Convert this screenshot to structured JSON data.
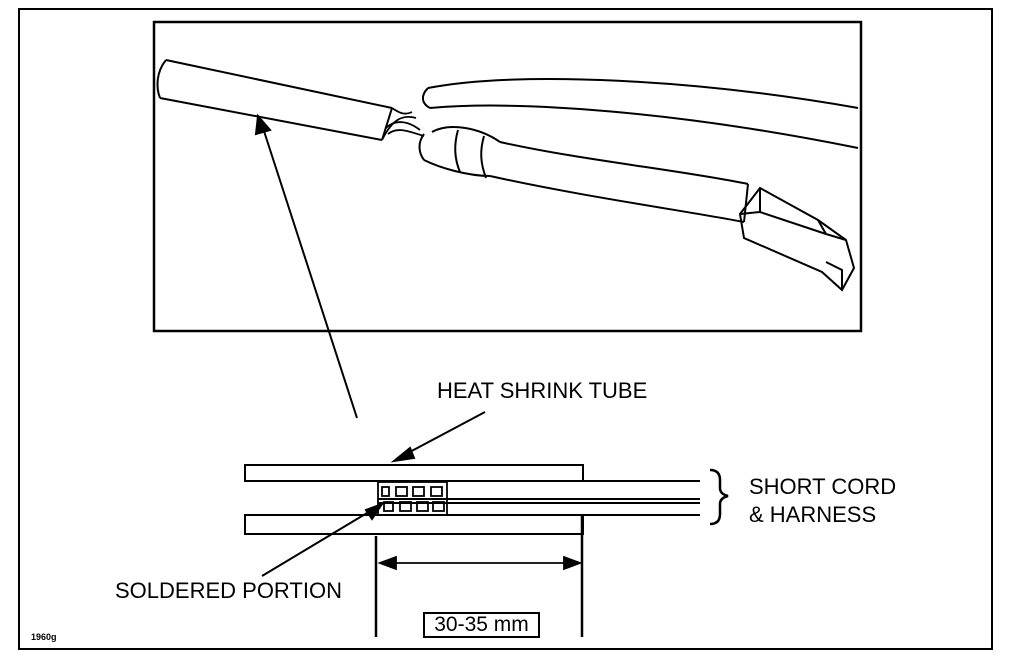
{
  "labels": {
    "heat_shrink_tube": "HEAT SHRINK TUBE",
    "short_cord_line1": "SHORT CORD",
    "short_cord_line2": "& HARNESS",
    "soldered_portion": "SOLDERED PORTION",
    "dimension": "30-35 mm",
    "figure_id": "1960g"
  }
}
